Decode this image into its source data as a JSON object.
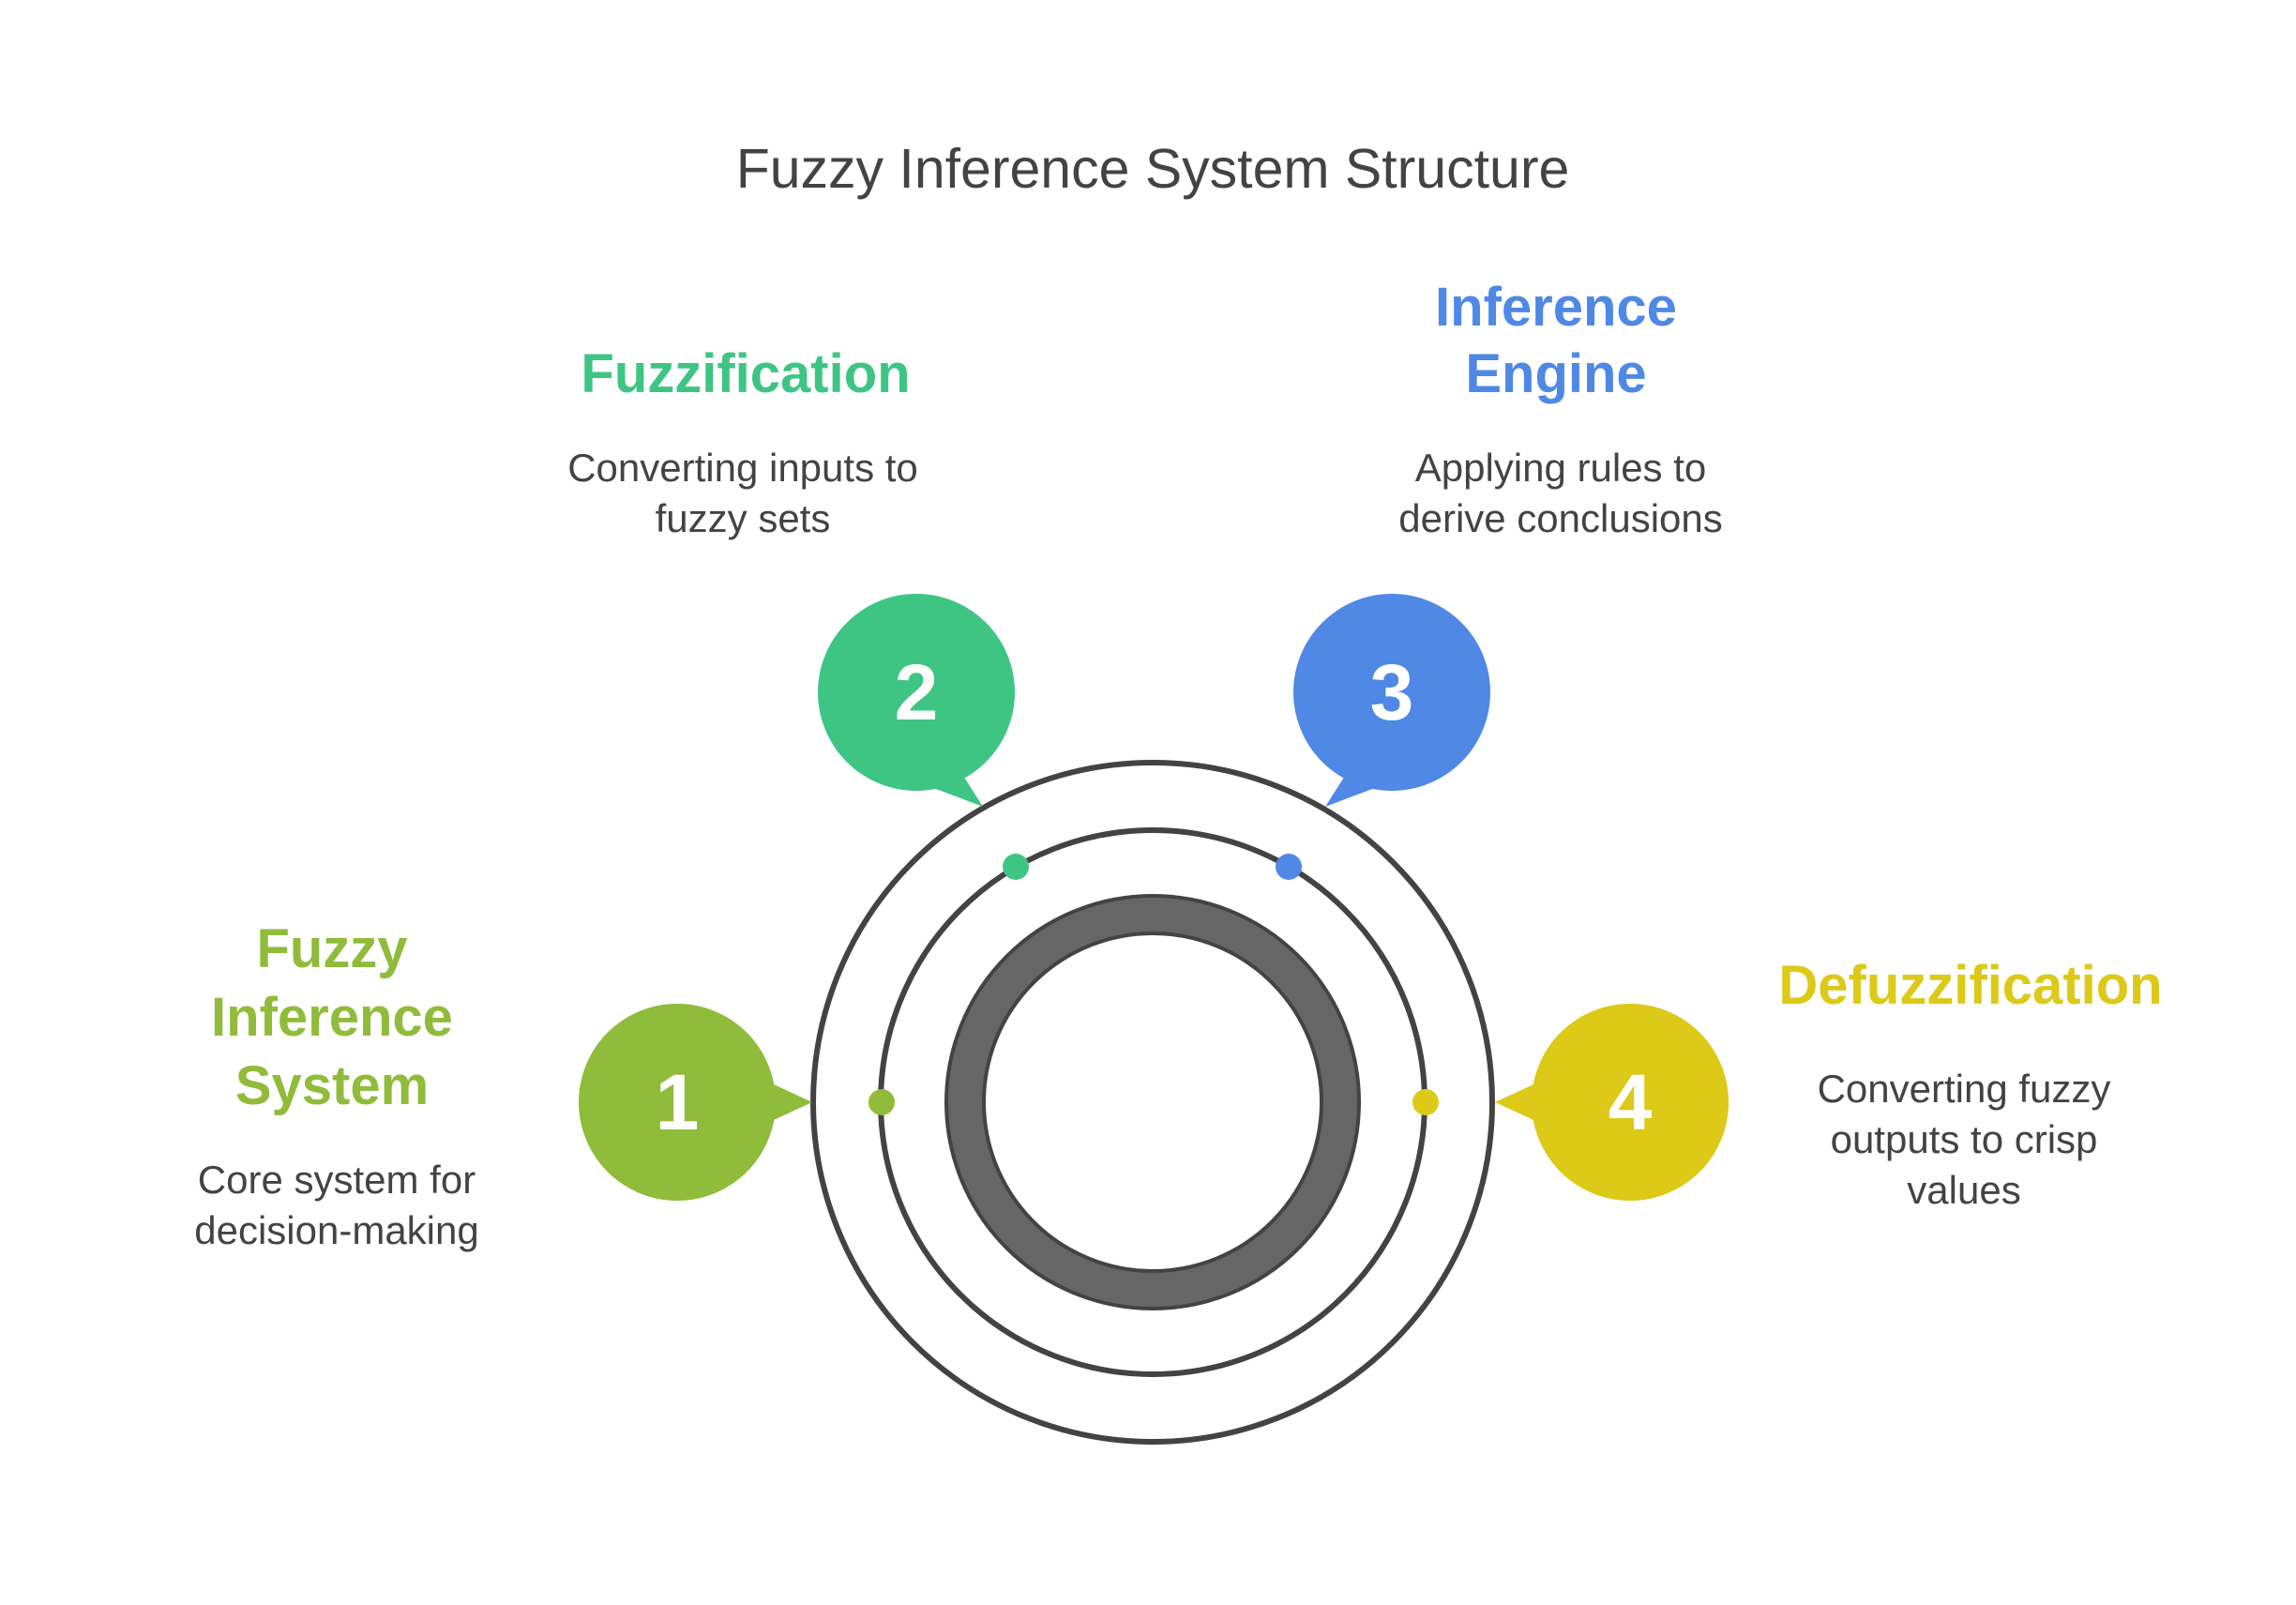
{
  "title": "Fuzzy Inference System Structure",
  "steps": [
    {
      "number": "1",
      "title_lines": [
        "Fuzzy",
        "Inference",
        "System"
      ],
      "desc_lines": [
        "Core system for",
        "decision-making"
      ],
      "color": "#8fbc3a"
    },
    {
      "number": "2",
      "title_lines": [
        "Fuzzification"
      ],
      "desc_lines": [
        "Converting inputs to",
        "fuzzy sets"
      ],
      "color": "#3ec583"
    },
    {
      "number": "3",
      "title_lines": [
        "Inference",
        "Engine"
      ],
      "desc_lines": [
        "Applying rules to",
        "derive conclusions"
      ],
      "color": "#4f88e5"
    },
    {
      "number": "4",
      "title_lines": [
        "Defuzzification"
      ],
      "desc_lines": [
        "Converting fuzzy",
        "outputs to crisp",
        "values"
      ],
      "color": "#dcc918"
    }
  ],
  "ring_color": "#434343",
  "core_color": "#666666"
}
